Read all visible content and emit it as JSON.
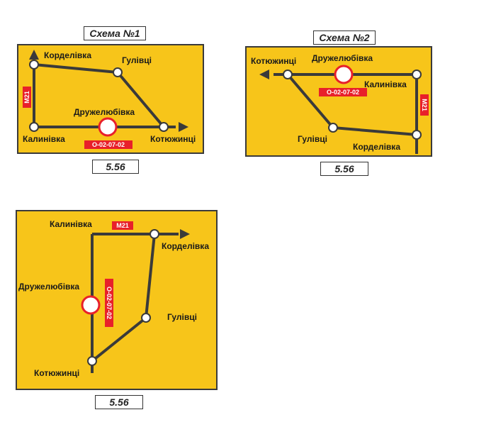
{
  "colors": {
    "panel": "#f7c51a",
    "road": "#3a3a3a",
    "route_badge": "#e8202a",
    "node": "#ffffff"
  },
  "icons": {
    "arrow": "road-arrow-icon",
    "node": "junction-node-icon",
    "destination": "destination-circle-icon"
  },
  "scheme1": {
    "title": "Схема №1",
    "code": "5.56",
    "towns": {
      "kordelivka": "Корделівка",
      "hulivtsi": "Гулівці",
      "druzhelyubivka": "Дружелюбівка",
      "kalynivka": "Калинівка",
      "kotyuzhyntsi": "Котюжинці"
    },
    "road_m21": "M21",
    "route_code": "О-02-07-02"
  },
  "scheme2": {
    "title": "Схема №2",
    "code": "5.56",
    "towns": {
      "kotyuzhyntsi": "Котюжинці",
      "druzhelyubivka": "Дружелюбівка",
      "kalynivka": "Калинівка",
      "hulivtsi": "Гулівці",
      "kordelivka": "Корделівка"
    },
    "road_m21": "M21",
    "route_code": "О-02-07-02"
  },
  "scheme3": {
    "code": "5.56",
    "towns": {
      "kalynivka": "Калинівка",
      "kordelivka": "Корделівка",
      "druzhelyubivka": "Дружелюбівка",
      "hulivtsi": "Гулівці",
      "kotyuzhyntsi": "Котюжинці"
    },
    "road_m21": "M21",
    "route_code": "О-02-07-02"
  }
}
